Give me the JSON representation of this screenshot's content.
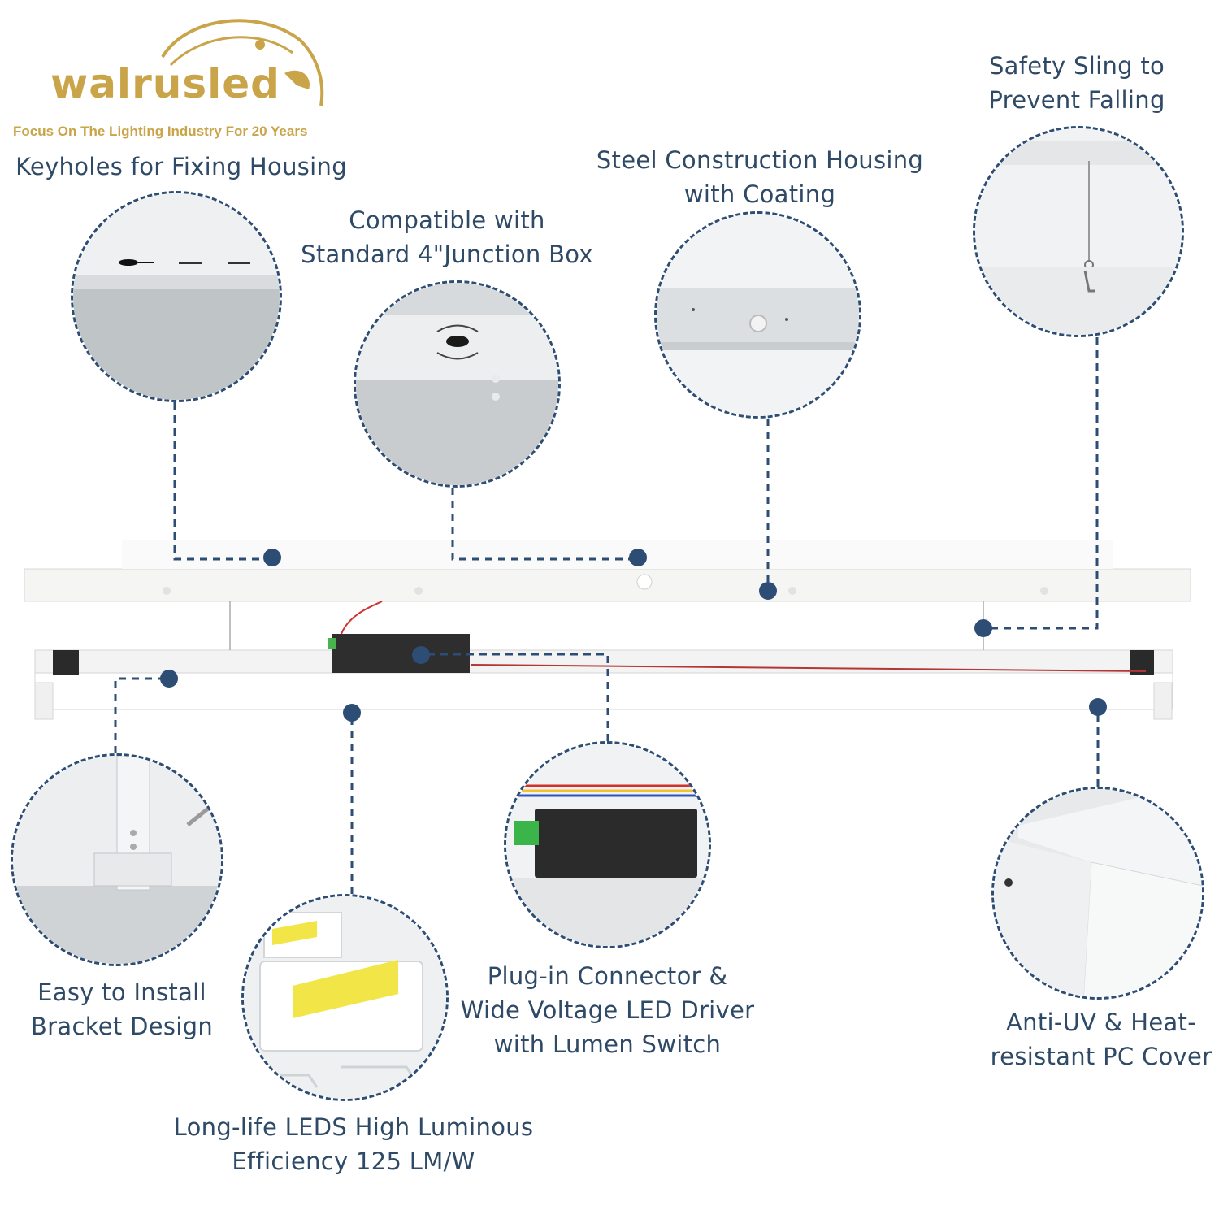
{
  "logo": {
    "brand": "walrusled",
    "tagline": "Focus On The Lighting Industry For 20 Years"
  },
  "features": {
    "keyholes": [
      "Keyholes for Fixing Housing"
    ],
    "junction": [
      "Compatible with",
      "Standard 4\"Junction Box"
    ],
    "steel": [
      "Steel Construction Housing",
      "with Coating"
    ],
    "sling": [
      "Safety Sling to",
      "Prevent Falling"
    ],
    "bracket": [
      "Easy to Install",
      "Bracket Design"
    ],
    "leds": [
      "Long-life LEDS High Luminous",
      "Efficiency 125 LM/W"
    ],
    "driver": [
      "Plug-in Connector &",
      "Wide Voltage LED Driver",
      "with Lumen Switch"
    ],
    "cover": [
      "Anti-UV & Heat-",
      "resistant PC Cover"
    ]
  },
  "colors": {
    "callout": "#2e4d74",
    "text": "#2f4a66",
    "logo_gold": "#c9a449"
  }
}
